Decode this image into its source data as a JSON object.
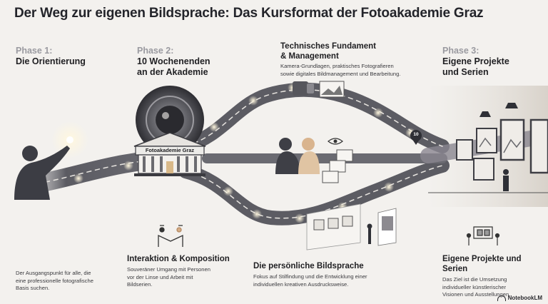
{
  "title": "Der Weg zur eigenen Bildsprache: Das Kursformat der Fotoakademie Graz",
  "phases": [
    {
      "kicker": "Phase 1:",
      "title": "Die Orientierung",
      "description": "Der Ausgangspunkt für alle, die eine professionelle fotografische Basis suchen."
    },
    {
      "kicker": "Phase 2:",
      "title_line1": "10 Wochenenden",
      "title_line2": "an der Akademie"
    },
    {
      "kicker": "Phase 3:",
      "title_line1": "Eigene Projekte",
      "title_line2": "und Serien"
    }
  ],
  "building_label": "Fotoakademie Graz",
  "marker_number": "10",
  "blocks": {
    "technical": {
      "title_line1": "Technisches Fundament",
      "title_line2": "& Management",
      "text_line1": "Kamera-Grundlagen, praktisches Fotografieren",
      "text_line2": "sowie digitales Bildmanagement und Bearbeitung."
    },
    "interaction": {
      "title": "Interaktion & Komposition",
      "text_line1": "Souveräner Umgang mit Personen",
      "text_line2": "vor der Linse und Arbeit mit",
      "text_line3": "Bildserien."
    },
    "personal": {
      "title": "Die persönliche Bildsprache",
      "text_line1": "Fokus auf Stilfindung und die Entwicklung einer",
      "text_line2": "individuellen kreativen Ausdrucksweise."
    },
    "projects": {
      "title": "Eigene Projekte und Serien",
      "text_line1": "Das Ziel ist die Umsetzung",
      "text_line2": "individueller künstlerischer",
      "text_line3": "Visionen und Ausstellungen."
    }
  },
  "phase1_text_line1": "Der Ausgangspunkt für alle, die",
  "phase1_text_line2": "eine professionelle fotografische",
  "phase1_text_line3": "Basis suchen.",
  "watermark": "NotebookLM"
}
